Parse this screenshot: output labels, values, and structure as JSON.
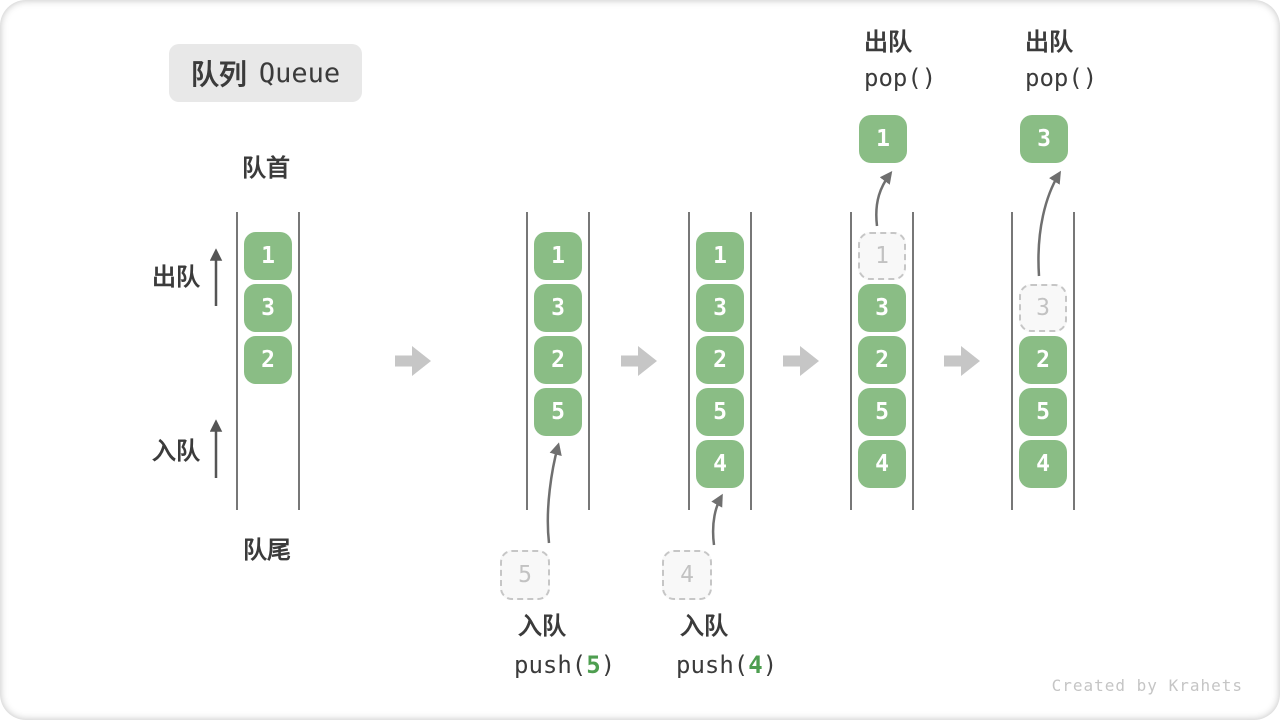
{
  "title": {
    "badge_zh": "队列",
    "badge_en": "Queue"
  },
  "side_labels": {
    "front": "队首",
    "rear": "队尾",
    "dequeue": "出队",
    "enqueue": "入队"
  },
  "watermark": "Created by Krahets",
  "colors": {
    "green": "#8ABD85",
    "digit_green": "#4E9E50",
    "dashed_border": "#c6c6c6",
    "dashed_fill": "#f8f8f8",
    "dashed_text": "#c2c2c2",
    "line": "#555555",
    "label": "#3b3b3b",
    "big_arrow": "#c6c6c6",
    "small_arrow": "#6f6f6f",
    "side_arrow": "#555555",
    "badge_bg": "#e8e8e8",
    "watermark_color": "#c5c5c5"
  },
  "queue_states": [
    {
      "cells": [
        {
          "slot": 0,
          "value": "1",
          "type": "solid"
        },
        {
          "slot": 1,
          "value": "3",
          "type": "solid"
        },
        {
          "slot": 2,
          "value": "2",
          "type": "solid"
        }
      ]
    },
    {
      "cells": [
        {
          "slot": 0,
          "value": "1",
          "type": "solid"
        },
        {
          "slot": 1,
          "value": "3",
          "type": "solid"
        },
        {
          "slot": 2,
          "value": "2",
          "type": "solid"
        },
        {
          "slot": 3,
          "value": "5",
          "type": "solid"
        }
      ],
      "push": {
        "box_value": "5",
        "label": "入队",
        "code_prefix": "push(",
        "code_arg": "5",
        "code_suffix": ")"
      }
    },
    {
      "cells": [
        {
          "slot": 0,
          "value": "1",
          "type": "solid"
        },
        {
          "slot": 1,
          "value": "3",
          "type": "solid"
        },
        {
          "slot": 2,
          "value": "2",
          "type": "solid"
        },
        {
          "slot": 3,
          "value": "5",
          "type": "solid"
        },
        {
          "slot": 4,
          "value": "4",
          "type": "solid"
        }
      ],
      "push": {
        "box_value": "4",
        "label": "入队",
        "code_prefix": "push(",
        "code_arg": "4",
        "code_suffix": ")"
      }
    },
    {
      "cells": [
        {
          "slot": 0,
          "value": "1",
          "type": "dashed"
        },
        {
          "slot": 1,
          "value": "3",
          "type": "solid"
        },
        {
          "slot": 2,
          "value": "2",
          "type": "solid"
        },
        {
          "slot": 3,
          "value": "5",
          "type": "solid"
        },
        {
          "slot": 4,
          "value": "4",
          "type": "solid"
        }
      ],
      "pop": {
        "box_value": "1",
        "label": "出队",
        "code": "pop()"
      }
    },
    {
      "cells": [
        {
          "slot": 1,
          "value": "3",
          "type": "dashed"
        },
        {
          "slot": 2,
          "value": "2",
          "type": "solid"
        },
        {
          "slot": 3,
          "value": "5",
          "type": "solid"
        },
        {
          "slot": 4,
          "value": "4",
          "type": "solid"
        }
      ],
      "pop": {
        "box_value": "3",
        "label": "出队",
        "code": "pop()"
      }
    }
  ]
}
